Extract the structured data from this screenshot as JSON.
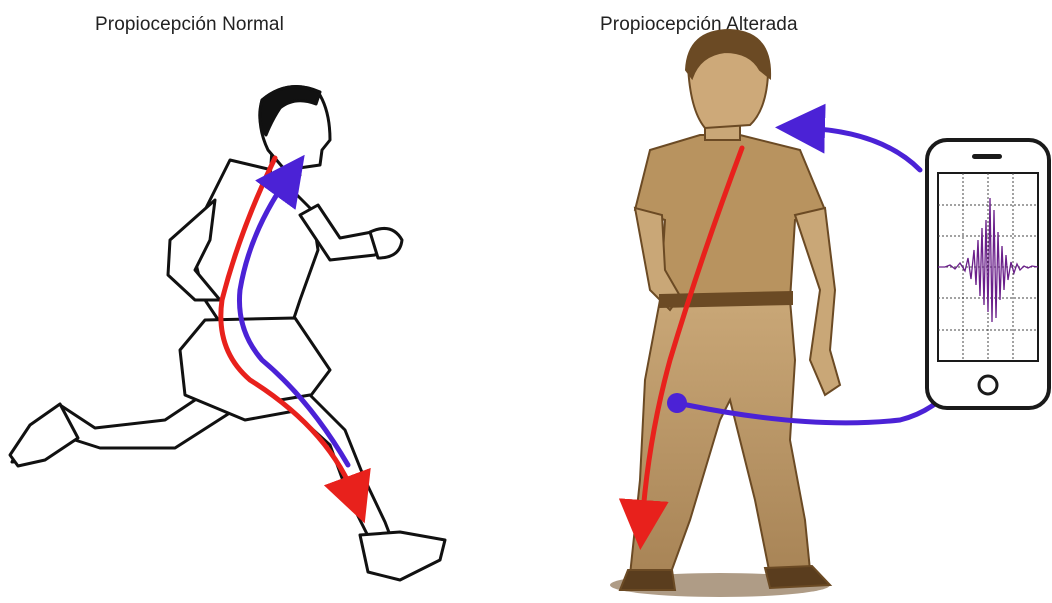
{
  "panels": {
    "normal": {
      "title": "Propiocepción Normal"
    },
    "altered": {
      "title": "Propiocepción Alterada"
    }
  },
  "colors": {
    "efferent": "#e8211c",
    "afferent": "#4b22d6",
    "ink": "#111111",
    "sepia": "#b08a57",
    "sepiaDark": "#6b4a24",
    "phoneFrame": "#1a1a1a",
    "signal": "#6a1f8a"
  },
  "icons": [
    "running-man-figure",
    "walking-man-figure",
    "smartphone-icon",
    "sensor-dot-icon",
    "emg-signal-waveform"
  ]
}
